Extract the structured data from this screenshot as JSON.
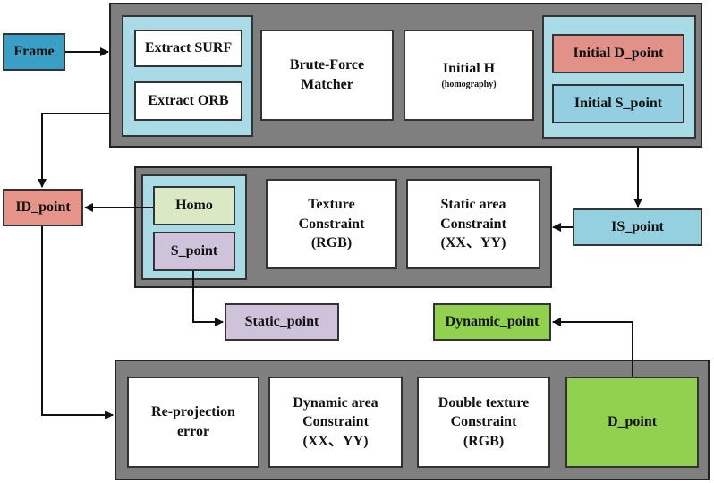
{
  "nodes": {
    "frame": "Frame",
    "extract_surf": "Extract SURF",
    "extract_orb": "Extract ORB",
    "brute_force": [
      "Brute-Force",
      "Matcher"
    ],
    "initial_h": "Initial H",
    "initial_h_sub": "(homography)",
    "initial_d_point": "Initial D_point",
    "initial_s_point": "Initial S_point",
    "id_point": "ID_point",
    "is_point": "IS_point",
    "homo": "Homo",
    "s_point": "S_point",
    "texture_constraint": [
      "Texture",
      "Constraint",
      "(RGB)"
    ],
    "static_area_constraint": [
      "Static area",
      "Constraint",
      "(XX、YY)"
    ],
    "static_point": "Static_point",
    "dynamic_point": "Dynamic_point",
    "reprojection_error": [
      "Re-projection",
      "error"
    ],
    "dynamic_area_constraint": [
      "Dynamic area",
      "Constraint",
      "(XX、YY)"
    ],
    "double_texture_constraint": [
      "Double texture",
      "Constraint",
      "(RGB)"
    ],
    "d_point": "D_point"
  },
  "colors": {
    "frame": "#3a9fc6",
    "panel": "#7f7f7f",
    "light_blue": "#a9dbe6",
    "initial_d": "#e29189",
    "initial_s": "#93cfe0",
    "id_point": "#e6948a",
    "is_point": "#93d0e0",
    "homo": "#dbe8c4",
    "s_point": "#cfc3dc",
    "static_point": "#cfc3dc",
    "dynamic_point": "#92d050",
    "d_point": "#92d050"
  }
}
